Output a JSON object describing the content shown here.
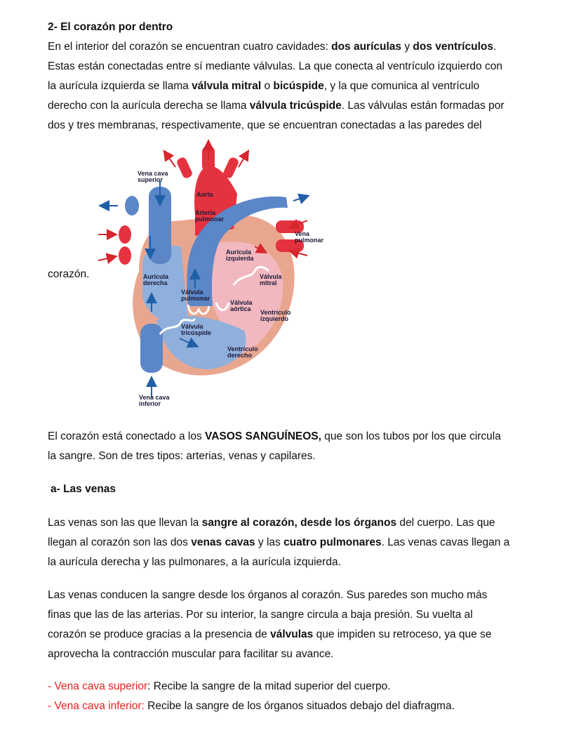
{
  "section1": {
    "title": "2- El corazón por dentro",
    "p1": {
      "l1a": "En el interior del corazón se encuentran cuatro cavidades: ",
      "l1b": "dos aurículas",
      "l1c": " y ",
      "l1d": "dos ventrículos",
      "l1e": ".",
      "l2": "Estas están conectadas entre sí mediante válvulas. La que conecta al ventrículo izquierdo con",
      "l3a": "la aurícula izquierda se llama ",
      "l3b": "válvula mitral",
      "l3c": " o ",
      "l3d": "bicúspide",
      "l3e": ", y la que comunica al ventrículo",
      "l4a": "derecho con la aurícula derecha se llama ",
      "l4b": "válvula tricúspide",
      "l4c": ". Las válvulas están formadas por",
      "l5": "dos y tres membranas, respectivamente, que se encuentran conectadas a las paredes del",
      "l6": "corazón."
    }
  },
  "diagram": {
    "vena_cava_superior": [
      "Vena cava",
      "superior"
    ],
    "aorta": "Aorta",
    "arteria_pulmonar": [
      "Arteria",
      "pulmonar"
    ],
    "vena_pulmonar": [
      "Vena",
      "pulmonar"
    ],
    "auricula_izquierda": [
      "Aurícula",
      "izquierda"
    ],
    "auricula_derecha": [
      "Aurícula",
      "derecha"
    ],
    "valvula_mitral": [
      "Válvula",
      "mitral"
    ],
    "valvula_pulmonar": [
      "Válvula",
      "pulmonar"
    ],
    "valvula_aortica": [
      "Válvula",
      "aórtica"
    ],
    "ventriculo_izquierdo": [
      "Ventrículo",
      "izquierdo"
    ],
    "valvula_tricuspide": [
      "Válvula",
      "tricúspide"
    ],
    "ventriculo_derecho": [
      "Ventrículo",
      "derecho"
    ],
    "vena_cava_inferior": [
      "Vena cava",
      "inferior"
    ]
  },
  "vasos": {
    "l1a": "El corazón está conectado a los ",
    "l1b": "VASOS SANGUÍNEOS,",
    "l1c": " que son los tubos por los que circula",
    "l2": "la sangre. Son de tres tipos: arterias, venas y capilares."
  },
  "venas": {
    "title": "a- Las venas",
    "p1": {
      "l1a": "Las venas son las que llevan la ",
      "l1b": "sangre al corazón, desde los órganos",
      "l1c": " del cuerpo. Las que",
      "l2a": "llegan al corazón son las dos ",
      "l2b": "venas cavas",
      "l2c": " y las ",
      "l2d": "cuatro pulmonares",
      "l2e": ". Las venas cavas llegan a",
      "l3": "la aurícula derecha y las pulmonares, a la aurícula izquierda."
    },
    "p2": {
      "l1": "Las venas conducen la sangre desde los órganos al corazón. Sus paredes son mucho más",
      "l2": "finas que las de las arterias. Por su interior, la sangre circula a baja presión. Su vuelta al",
      "l3a": "corazón se produce gracias a la presencia de ",
      "l3b": "válvulas",
      "l3c": " que impiden su retroceso, ya que se",
      "l4": "aprovecha la contracción muscular para facilitar su avance."
    },
    "list": [
      {
        "term": "- Vena cava superior",
        "text": ": Recibe la sangre de la mitad superior del cuerpo."
      },
      {
        "term": "- Vena cava inferior:",
        "text": " Recibe la sangre de los órganos situados debajo del diafragma."
      }
    ]
  },
  "colors": {
    "list_term": "#e8201c",
    "artery_red": "#e5323f",
    "vein_blue": "#5b86c8",
    "arrow_blue": "#1f5fa8",
    "arrow_red": "#d6262e"
  }
}
